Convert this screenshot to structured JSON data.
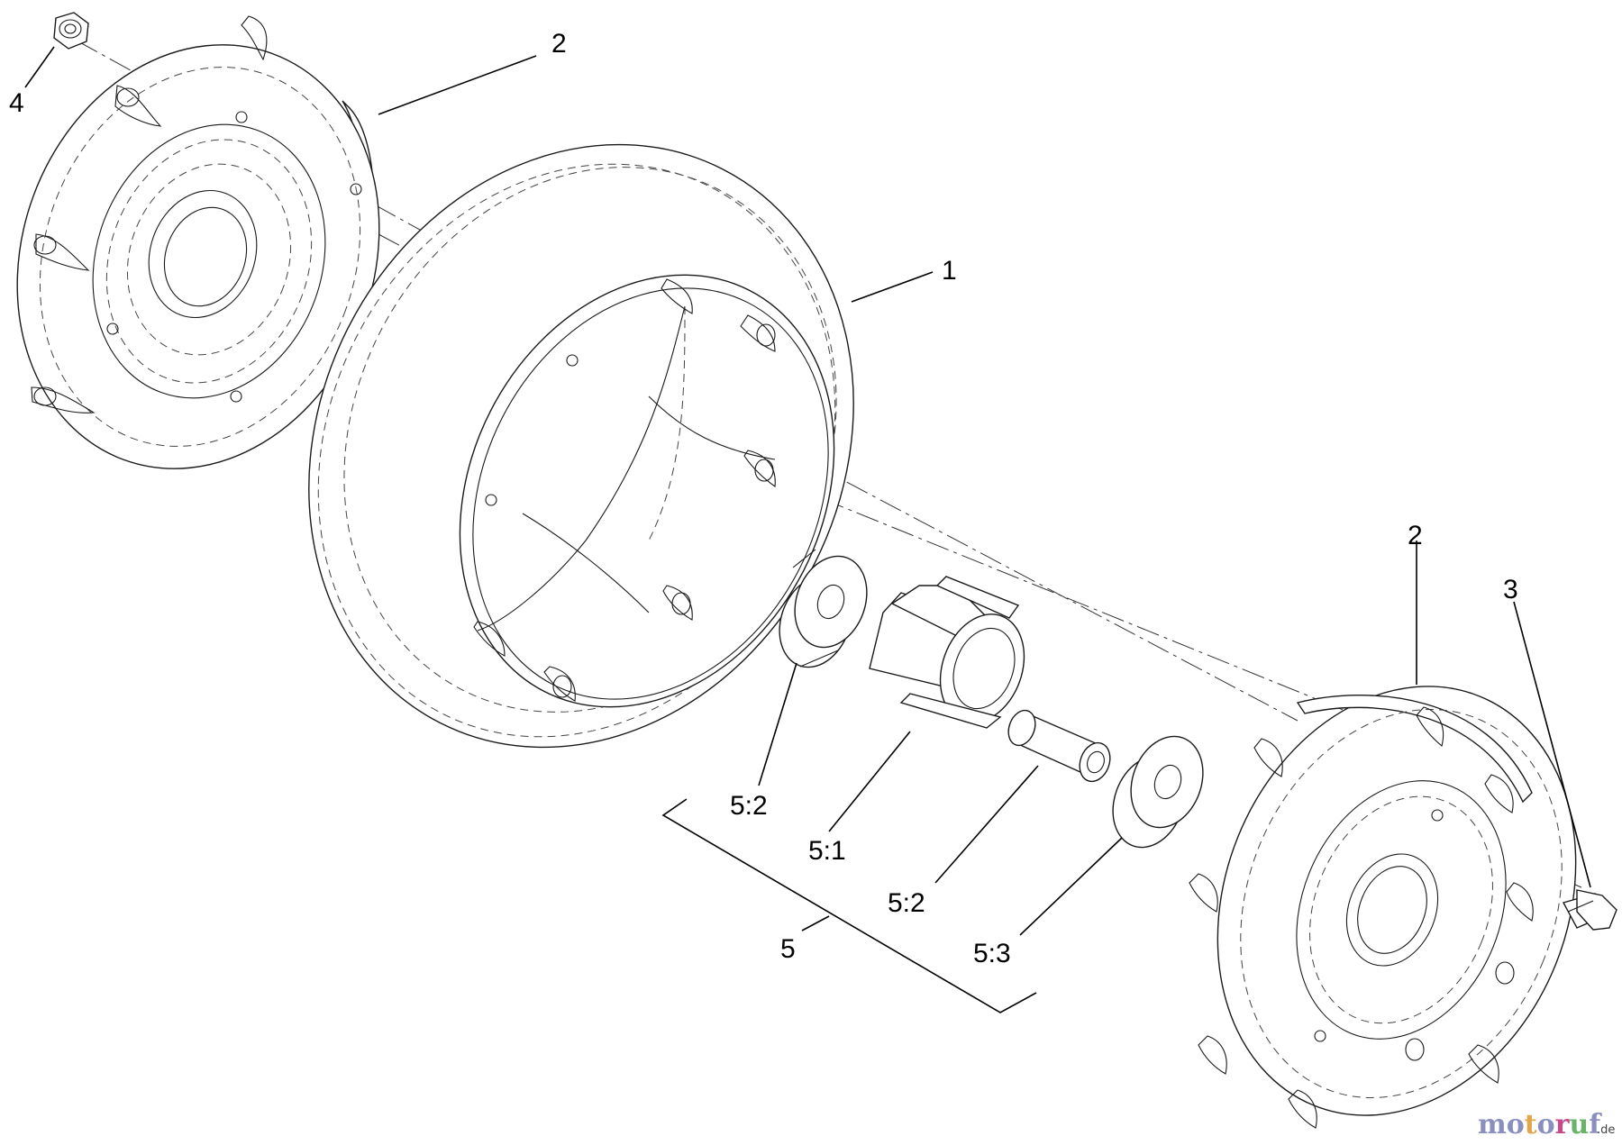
{
  "callouts": {
    "wheel": "1",
    "hubcap_left": "2",
    "hubcap_right": "2",
    "bolt": "3",
    "nut": "4",
    "bearing_kit": "5",
    "bushing": "5:1",
    "bearing_outer": "5:2",
    "spacer_tube": "5:2",
    "bearing_inner": "5:3"
  },
  "watermark": {
    "letters": [
      "m",
      "o",
      "t",
      "o",
      "r",
      "u",
      "f"
    ],
    "letter_colors": [
      "#8a8fc0",
      "#8a8fc0",
      "#e2a64a",
      "#8a8fc0",
      "#c44a8a",
      "#6bb36b",
      "#8a8fc0"
    ],
    "suffix": ".de"
  }
}
